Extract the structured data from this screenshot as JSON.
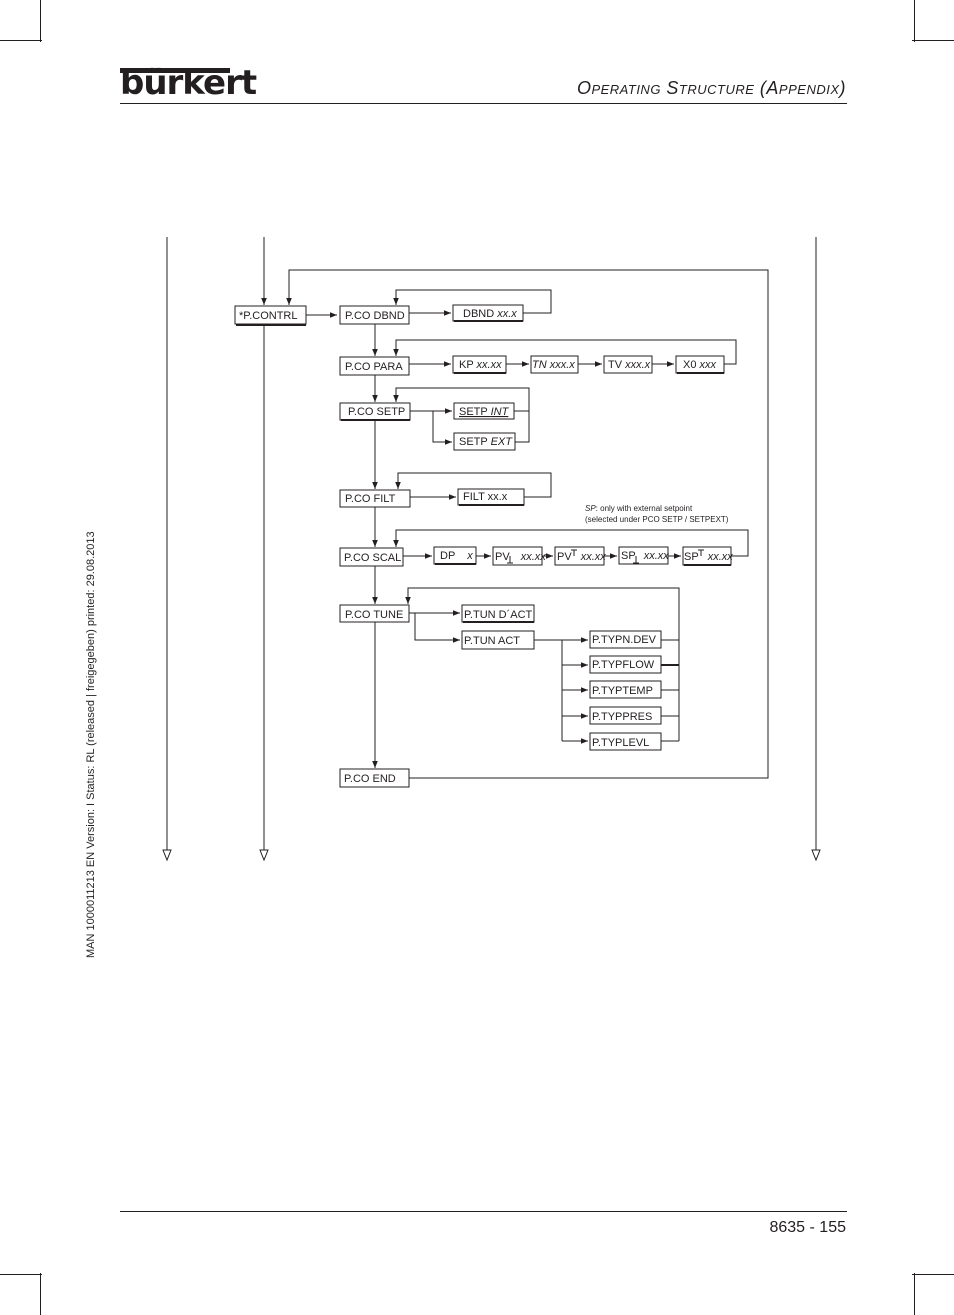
{
  "header": {
    "brand": "bürkert",
    "title": "Operating Structure (Appendix)"
  },
  "footer": {
    "page_number": "8635  -  155"
  },
  "side_note": "MAN  1000011213  EN  Version: I  Status: RL (released | freigegeben)  printed: 29.08.2013",
  "diagram": {
    "root": "*P.CONTRL",
    "menu": {
      "dbnd": "P.CO DBND",
      "para": "P.CO PARA",
      "setp": "P.CO SETP",
      "filt": "P.CO FILT",
      "scal": "P.CO SCAL",
      "tune": "P.CO TUNE",
      "end": "P.CO END"
    },
    "dbnd_value": {
      "label": "DBND",
      "value": "xx.x"
    },
    "para_values": {
      "kp": {
        "label": "KP",
        "value": "xx.xx"
      },
      "tn": {
        "label": "TN",
        "value": "xxx.x"
      },
      "tv": {
        "label": "TV",
        "value": "xxx.x"
      },
      "x0": {
        "label": "X0",
        "value": "xxx"
      }
    },
    "setp_values": {
      "int": {
        "label": "SETP",
        "value": "INT"
      },
      "ext": {
        "label": "SETP",
        "value": "EXT"
      }
    },
    "filt_value": "FILT xx.x",
    "scal_values": {
      "dp": {
        "label": "DP",
        "value": "x"
      },
      "pv_low": {
        "label": "PV",
        "value": "xx.xx"
      },
      "pv_high": {
        "label": "PV",
        "value": "xx.xx"
      },
      "sp_low": {
        "label": "SP",
        "value": "xx.xx"
      },
      "sp_high": {
        "label": "SP",
        "value": "xx.xx"
      }
    },
    "sp_note": {
      "term": "SP",
      "line1": ": only with external setpoint",
      "line2": "(selected under PCO SETP / SETPEXT)"
    },
    "tune": {
      "d_act": "P.TUN D´ACT",
      "act": "P.TUN ACT",
      "types": [
        "P.TYPN.DEV",
        "P.TYPFLOW",
        "P.TYPTEMP",
        "P.TYPPRES",
        "P.TYPLEVL"
      ]
    }
  }
}
